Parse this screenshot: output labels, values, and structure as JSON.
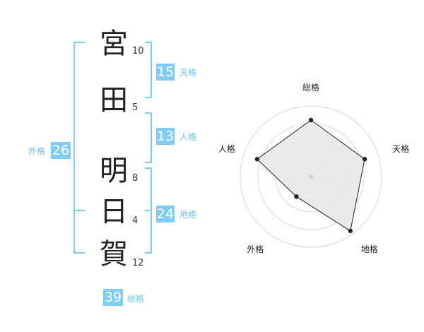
{
  "name": {
    "chars": [
      "宮",
      "田",
      "明",
      "日",
      "賀"
    ],
    "strokes": [
      "10",
      "5",
      "8",
      "4",
      "12"
    ]
  },
  "fortunes": {
    "tenkaku": {
      "value": "15",
      "label": "天格"
    },
    "jinkaku": {
      "value": "13",
      "label": "人格"
    },
    "chikaku": {
      "value": "24",
      "label": "地格"
    },
    "gaikaku": {
      "value": "26",
      "label": "外格"
    },
    "soukaku": {
      "value": "39",
      "label": "総格"
    }
  },
  "colors": {
    "accent": "#7fcdf5",
    "bracket": "#7fcdf5",
    "radar_fill": "#e6e6e6",
    "radar_line": "#222222"
  },
  "chart_data": {
    "type": "radar",
    "axes": [
      "総格",
      "天格",
      "地格",
      "外格",
      "人格"
    ],
    "values": [
      0.8,
      0.8,
      0.95,
      0.35,
      0.8
    ],
    "rings": 4
  }
}
